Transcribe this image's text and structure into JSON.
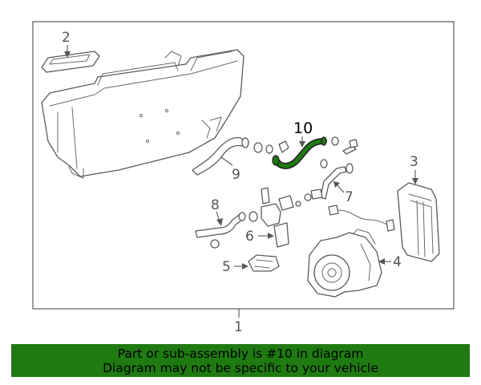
{
  "diagram": {
    "callouts": {
      "c1": "1",
      "c2": "2",
      "c3": "3",
      "c4": "4",
      "c5": "5",
      "c6": "6",
      "c7": "7",
      "c8": "8",
      "c9": "9",
      "c10": "10"
    },
    "highlight_color": "#1f7a12"
  },
  "banner": {
    "line1": "Part or sub-assembly is #10 in diagram",
    "line2": "Diagram may not be specific to your vehicle",
    "background": "#1f7a12"
  }
}
